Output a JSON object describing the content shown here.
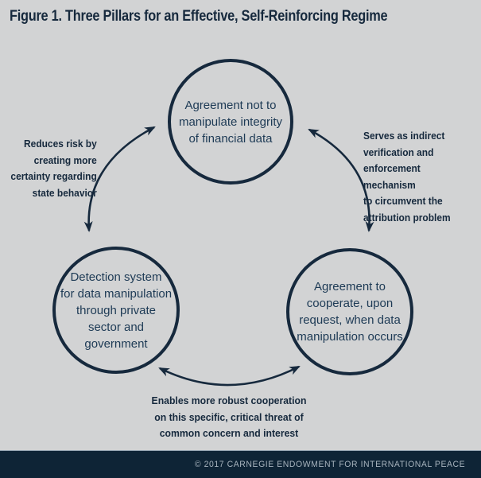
{
  "title": "Figure 1. Three Pillars for an Effective, Self-Reinforcing Regime",
  "pillars": {
    "top": {
      "text": "Agreement not to\nmanipulate integrity\nof financial data"
    },
    "left": {
      "text": "Detection system\nfor data manipulation\nthrough private\nsector and\ngovernment"
    },
    "right": {
      "text": "Agreement to\ncooperate, upon\nrequest, when data\nmanipulation occurs"
    }
  },
  "labels": {
    "left": "Reduces risk by\ncreating more\ncertainty regarding\nstate behavior",
    "right": "Serves as indirect\nverification and\nenforcement mechanism\nto circumvent the\nattribution problem",
    "bottom": "Enables more robust cooperation\non this specific, critical threat of\ncommon concern and interest"
  },
  "footer": {
    "credit": "© 2017 CARNEGIE ENDOWMENT FOR INTERNATIONAL PEACE"
  },
  "colors": {
    "navy": "#16293d",
    "background": "#d2d3d4",
    "footer_background": "#0e2436",
    "footer_text": "#a7b3bd"
  }
}
